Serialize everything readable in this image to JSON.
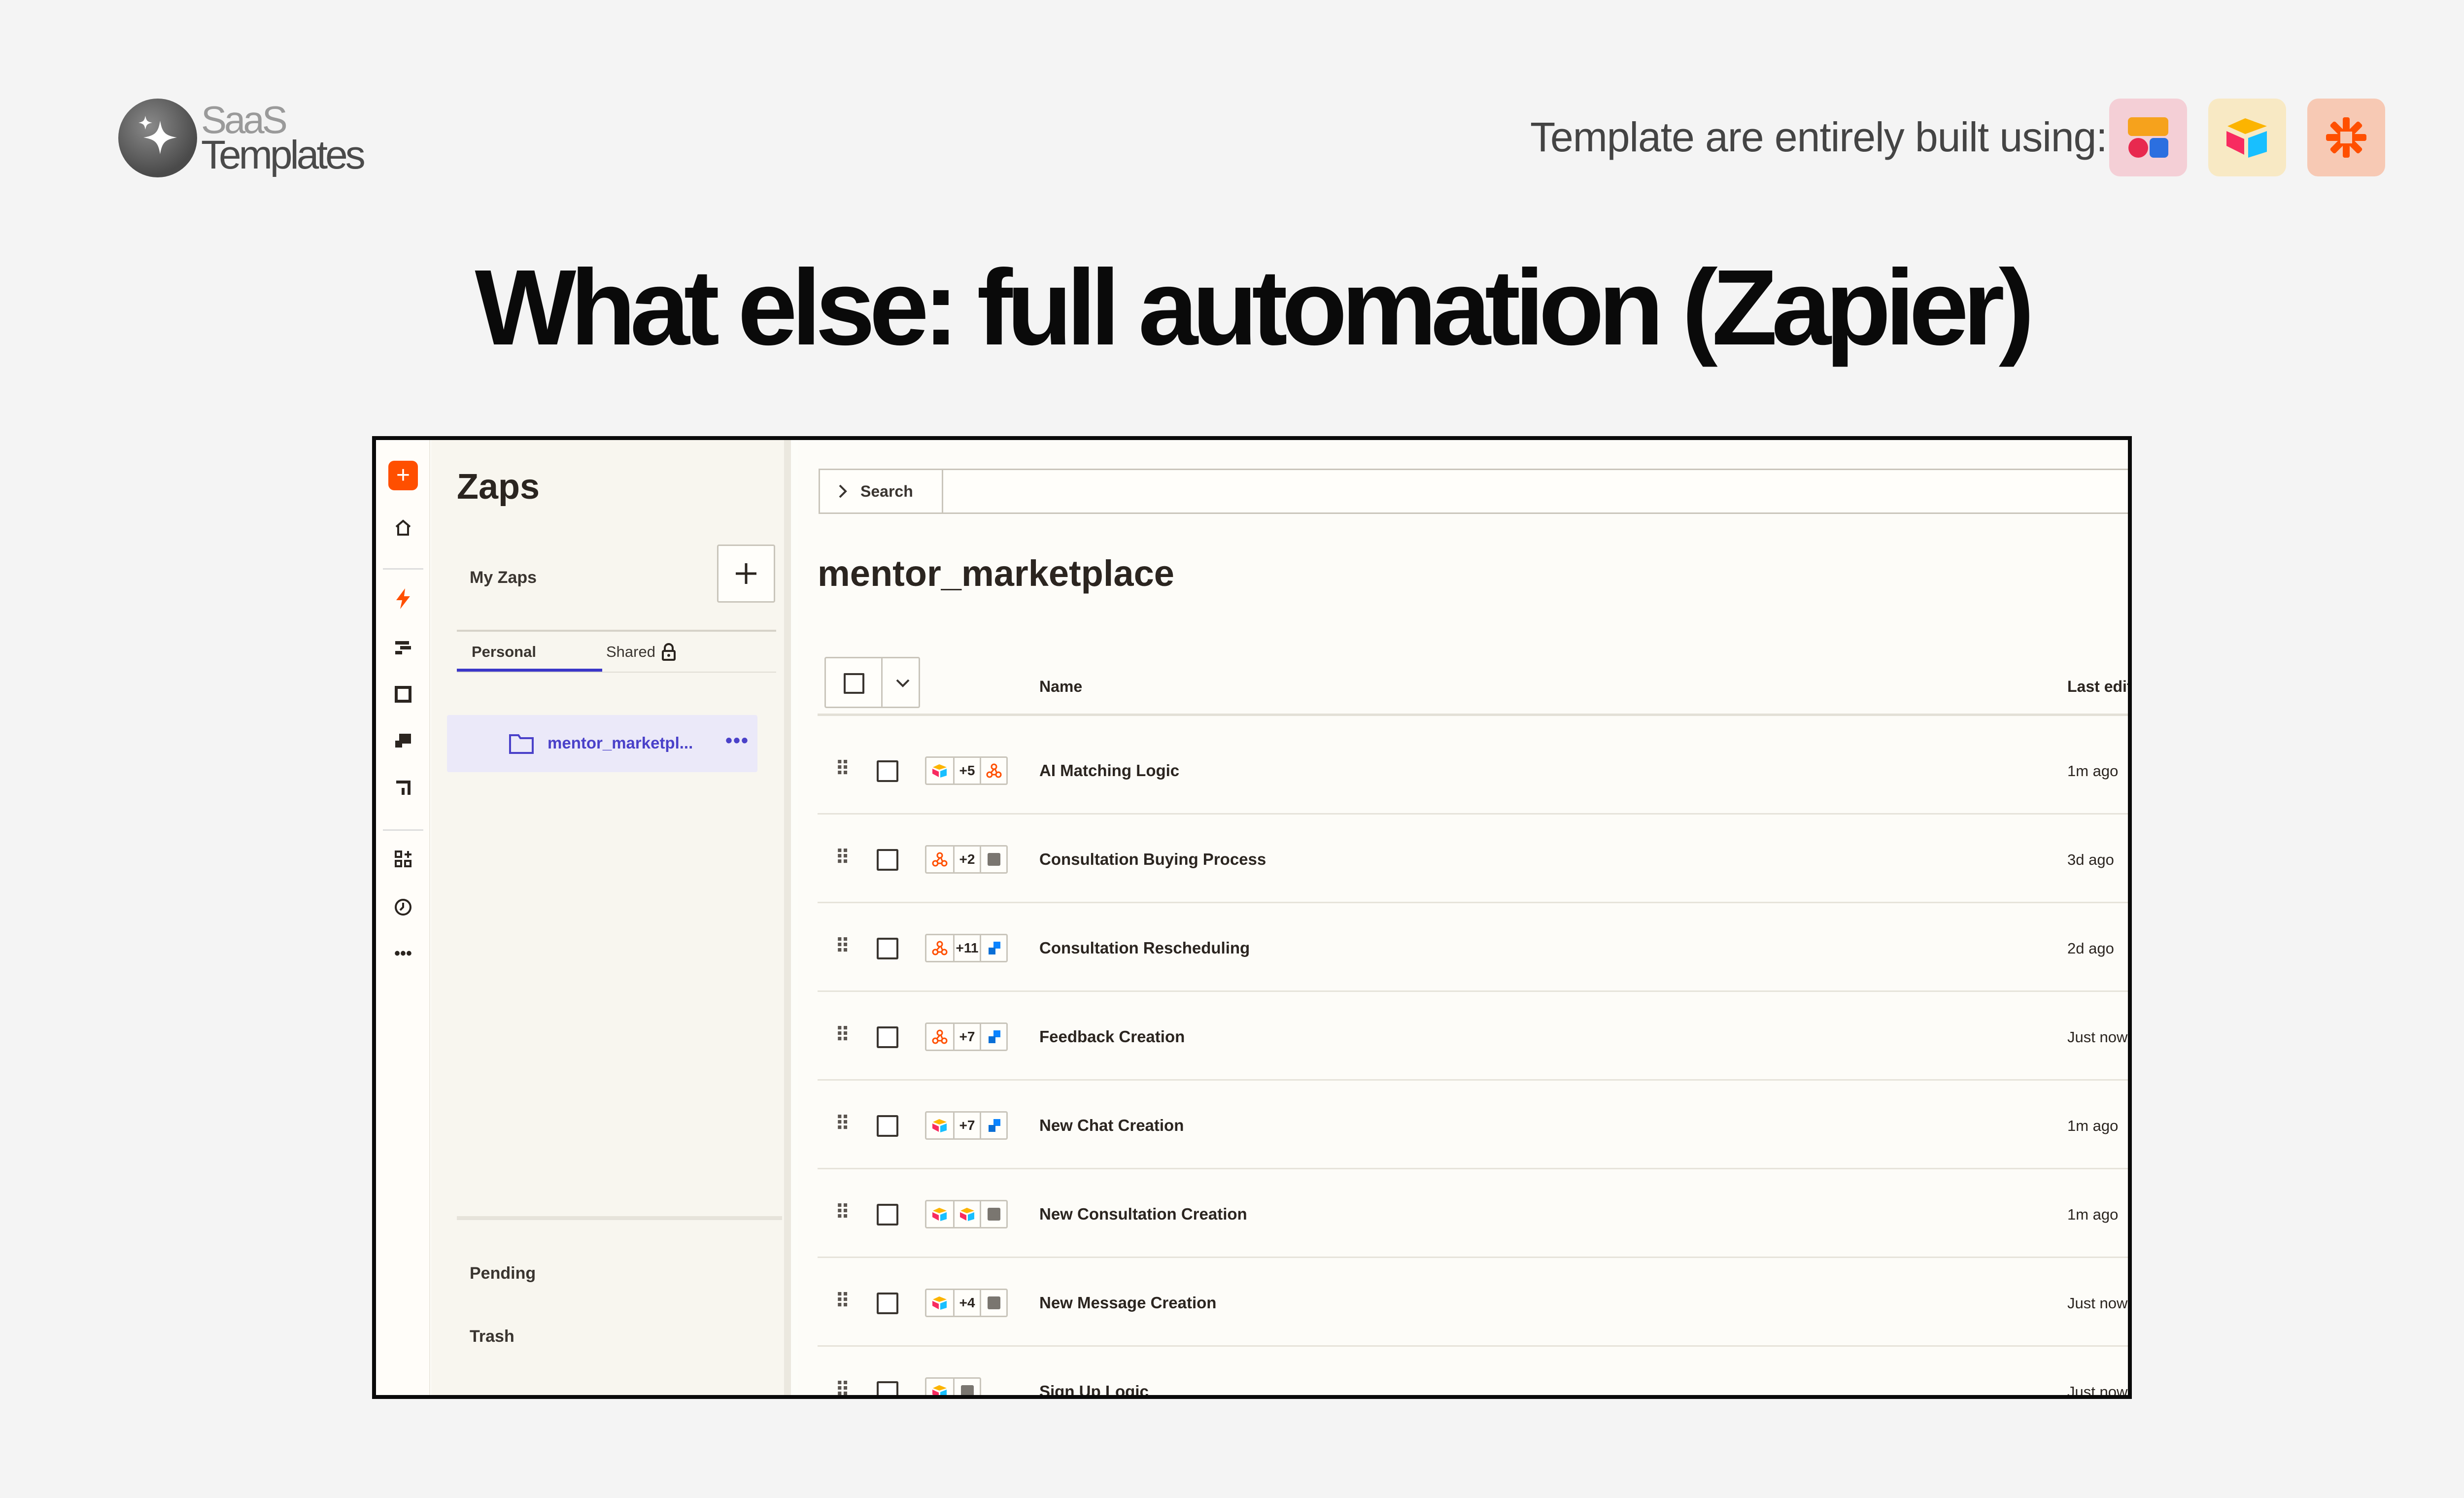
{
  "brand": {
    "line1": "SaaS",
    "line2": "Templates"
  },
  "built_with": {
    "label": "Template are entirely built using:",
    "tools": [
      "softr-icon",
      "airtable-icon",
      "zapier-icon"
    ]
  },
  "headline": "What else: full automation (Zapier)",
  "colors": {
    "zapier_orange": "#ff4f00",
    "selection_purple": "#4a41c9",
    "page_bg": "#f4f4f4"
  },
  "sidebar": {
    "title": "Zaps",
    "my_zaps": "My Zaps",
    "tabs": [
      {
        "label": "Personal",
        "active": true
      },
      {
        "label": "Shared",
        "locked": true
      }
    ],
    "folder": {
      "label": "mentor_marketpl...",
      "more": "•••"
    },
    "footer_links": [
      "Pending",
      "Trash"
    ]
  },
  "main": {
    "search_label": "Search",
    "folder_title": "mentor_marketplace",
    "columns": {
      "name": "Name",
      "last_edit": "Last edit"
    },
    "rows": [
      {
        "name": "AI Matching Logic",
        "last_edit": "1m ago",
        "apps": [
          "airtable",
          "+5",
          "webhook"
        ]
      },
      {
        "name": "Consultation Buying Process",
        "last_edit": "3d ago",
        "apps": [
          "webhook",
          "+2",
          "formatter"
        ]
      },
      {
        "name": "Consultation Rescheduling",
        "last_edit": "2d ago",
        "apps": [
          "webhook",
          "+11",
          "jotform"
        ]
      },
      {
        "name": "Feedback Creation",
        "last_edit": "Just now",
        "apps": [
          "webhook",
          "+7",
          "jotform"
        ]
      },
      {
        "name": "New Chat Creation",
        "last_edit": "1m ago",
        "apps": [
          "airtable",
          "+7",
          "jotform"
        ]
      },
      {
        "name": "New Consultation Creation",
        "last_edit": "1m ago",
        "apps": [
          "airtable",
          "airtable",
          "formatter"
        ]
      },
      {
        "name": "New Message Creation",
        "last_edit": "Just now",
        "apps": [
          "airtable",
          "+4",
          "formatter"
        ]
      },
      {
        "name": "Sign Up Logic",
        "last_edit": "Just now",
        "apps": [
          "airtable",
          "formatter"
        ]
      }
    ]
  }
}
